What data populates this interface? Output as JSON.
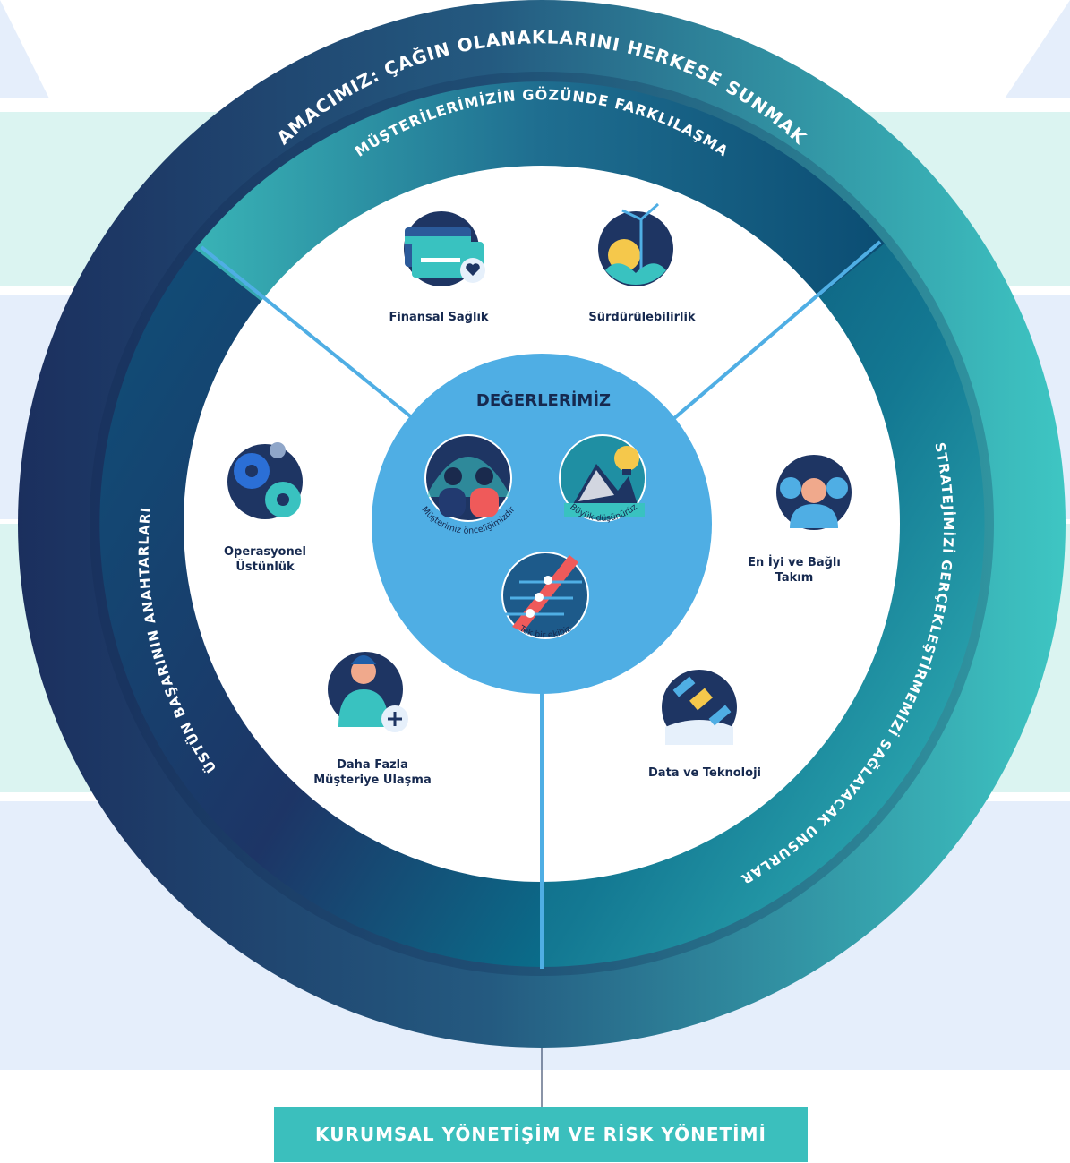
{
  "rings": {
    "purpose": "AMACIMIZ: ÇAĞIN OLANAKLARINI HERKESE SUNMAK",
    "differentiation": "MÜŞTERİLERİMİZİN GÖZÜNDE FARKLILAŞMA",
    "keys_to_success": "ÜSTÜN BAŞARININ ANAHTARLARI",
    "enablers": "STRATEJİMİZİ GERÇEKLEŞTİRMEMİZİ SAĞLAYACAK UNSURLAR"
  },
  "pillars": {
    "financial_health": "Finansal Sağlık",
    "sustainability": "Sürdürülebilirlik",
    "operational_excellence_1": "Operasyonel",
    "operational_excellence_2": "Üstünlük",
    "reach_more_1": "Daha Fazla",
    "reach_more_2": "Müşteriye Ulaşma",
    "best_team_1": "En İyi ve Bağlı",
    "best_team_2": "Takım",
    "data_tech": "Data ve Teknoloji"
  },
  "values": {
    "title": "DEĞERLERİMİZ",
    "customer_first": "Müşterimiz önceliğimizdir",
    "think_big": "Büyük düşünürüz",
    "one_team": "Tek bir ekibiz"
  },
  "footer": {
    "governance": "KURUMSAL YÖNETİŞİM VE RİSK YÖNETİMİ"
  },
  "colors": {
    "navy": "#1e3563",
    "teal": "#39c2c0",
    "light_blue": "#4faee4",
    "pale_blue": "#e3edfa",
    "pale_teal": "#daf4f1"
  }
}
